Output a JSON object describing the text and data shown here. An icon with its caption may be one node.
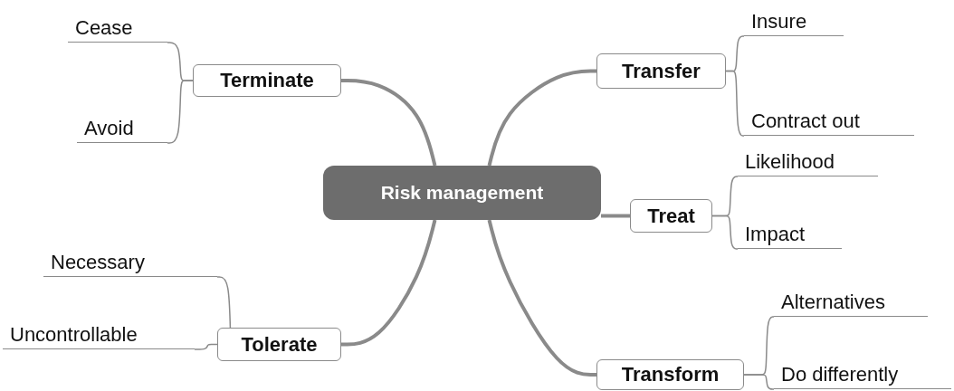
{
  "diagram": {
    "nodes": [
      {
        "text": [
          "Risk management"
        ]
      },
      {
        "text": [
          "Terminate"
        ]
      },
      {
        "text": [
          "Cease"
        ]
      },
      {
        "text": [
          "Avoid"
        ]
      },
      {
        "text": [
          "Transfer"
        ]
      },
      {
        "text": [
          "Insure"
        ]
      },
      {
        "text": [
          "Contract out"
        ]
      },
      {
        "text": [
          "Treat"
        ]
      },
      {
        "text": [
          "Likelihood"
        ]
      },
      {
        "text": [
          "Impact"
        ]
      },
      {
        "text": [
          "Tolerate"
        ]
      },
      {
        "text": [
          "Necessary"
        ]
      },
      {
        "text": [
          "Uncontrollable"
        ]
      },
      {
        "text": [
          "Transform"
        ]
      },
      {
        "text": [
          "Alternatives"
        ]
      },
      {
        "text": [
          "Do differently"
        ]
      }
    ],
    "edges": [
      {
        "from": 0,
        "to": 1,
        "arrow": "none",
        "style": "thick"
      },
      {
        "from": 1,
        "to": 2,
        "arrow": "none"
      },
      {
        "from": 1,
        "to": 3,
        "arrow": "none"
      },
      {
        "from": 0,
        "to": 4,
        "arrow": "none",
        "style": "thick"
      },
      {
        "from": 4,
        "to": 5,
        "arrow": "none"
      },
      {
        "from": 4,
        "to": 6,
        "arrow": "none"
      },
      {
        "from": 0,
        "to": 7,
        "arrow": "none",
        "style": "thick"
      },
      {
        "from": 7,
        "to": 8,
        "arrow": "none"
      },
      {
        "from": 7,
        "to": 9,
        "arrow": "none"
      },
      {
        "from": 0,
        "to": 10,
        "arrow": "none",
        "style": "thick"
      },
      {
        "from": 10,
        "to": 11,
        "arrow": "none"
      },
      {
        "from": 10,
        "to": 12,
        "arrow": "none"
      },
      {
        "from": 0,
        "to": 13,
        "arrow": "none",
        "style": "thick"
      },
      {
        "from": 13,
        "to": 14,
        "arrow": "none"
      },
      {
        "from": 13,
        "to": 15,
        "arrow": "none"
      }
    ]
  }
}
